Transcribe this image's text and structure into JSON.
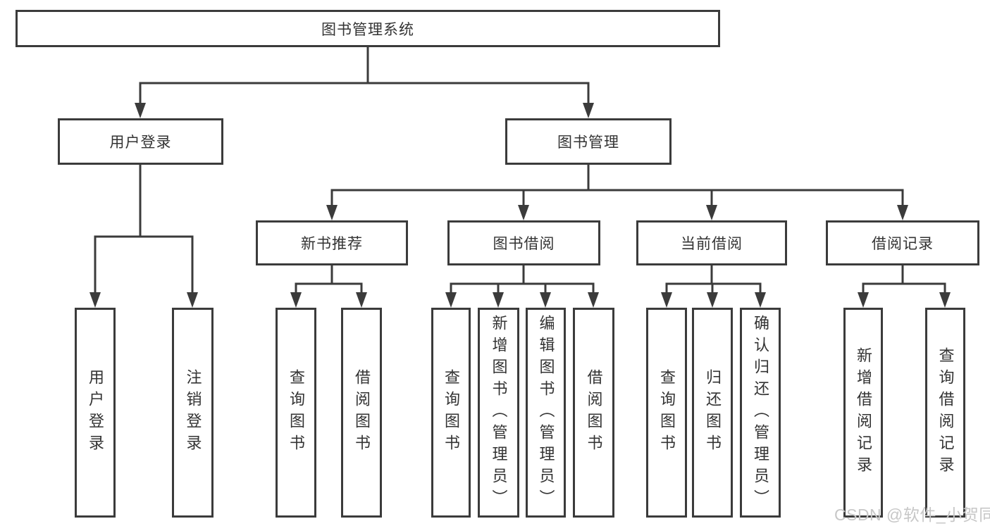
{
  "diagram_title": "图书管理系统",
  "tree": {
    "root": {
      "label": "图书管理系统"
    },
    "level2": [
      {
        "id": "user-login",
        "label": "用户登录",
        "children": [
          {
            "label": "用户登录"
          },
          {
            "label": "注销登录"
          }
        ]
      },
      {
        "id": "book-management",
        "label": "图书管理",
        "children": [
          {
            "label": "新书推荐",
            "children": [
              {
                "label": "查询图书"
              },
              {
                "label": "借阅图书"
              }
            ]
          },
          {
            "label": "图书借阅",
            "children": [
              {
                "label": "查询图书"
              },
              {
                "label": "新增图书（管理员）"
              },
              {
                "label": "编辑图书（管理员）"
              },
              {
                "label": "借阅图书"
              }
            ]
          },
          {
            "label": "当前借阅",
            "children": [
              {
                "label": "查询图书"
              },
              {
                "label": "归还图书"
              },
              {
                "label": "确认归还（管理员）"
              }
            ]
          },
          {
            "label": "借阅记录",
            "children": [
              {
                "label": "新增借阅记录"
              },
              {
                "label": "查询借阅记录"
              }
            ]
          }
        ]
      }
    ]
  },
  "watermark": "CSDN @软件_小贺同学",
  "colors": {
    "line": "#3b3b3b",
    "text": "#333333",
    "watermark": "#c7c7c7",
    "background": "#ffffff"
  }
}
